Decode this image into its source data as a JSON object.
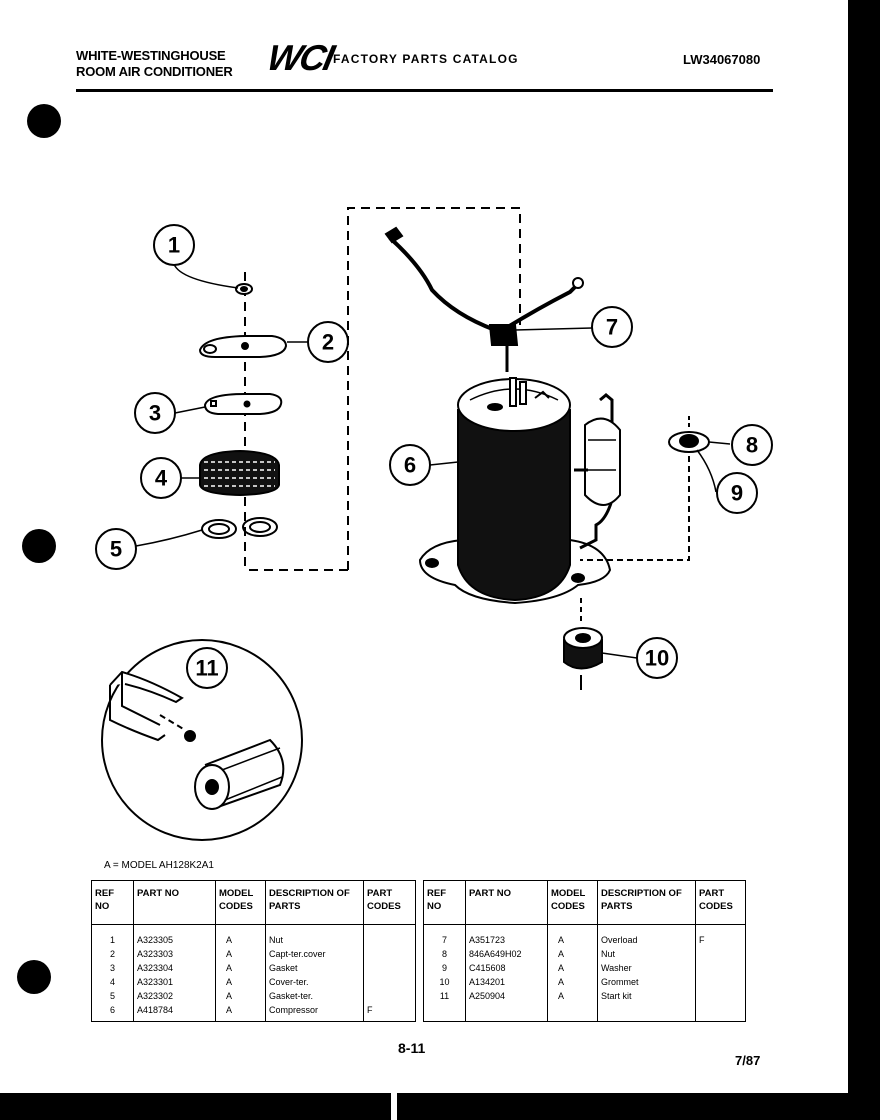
{
  "header": {
    "brand_line1": "WHITE-WESTINGHOUSE",
    "brand_line2": "ROOM AIR CONDITIONER",
    "logo_text": "WCI",
    "catalog_title": "FACTORY PARTS CATALOG",
    "model_code": "LW34067080"
  },
  "callouts": [
    "1",
    "2",
    "3",
    "4",
    "5",
    "6",
    "7",
    "8",
    "9",
    "10",
    "11"
  ],
  "model_note": "A = MODEL AH128K2A1",
  "table": {
    "headers": {
      "ref": "REF NO",
      "part": "PART NO",
      "model": "MODEL CODES",
      "desc": "DESCRIPTION OF PARTS",
      "codes": "PART CODES"
    },
    "left": {
      "ref": [
        "1",
        "2",
        "3",
        "4",
        "5",
        "6"
      ],
      "part": [
        "A323305",
        "A323303",
        "A323304",
        "A323301",
        "A323302",
        "A418784"
      ],
      "model": [
        "A",
        "A",
        "A",
        "A",
        "A",
        "A"
      ],
      "desc": [
        "Nut",
        "Capt-ter.cover",
        "Gasket",
        "Cover-ter.",
        "Gasket-ter.",
        "Compressor"
      ],
      "codes": [
        "",
        "",
        "",
        "",
        "",
        "F"
      ]
    },
    "right": {
      "ref": [
        "7",
        "8",
        "9",
        "10",
        "11"
      ],
      "part": [
        "A351723",
        "846A649H02",
        "C415608",
        "A134201",
        "A250904"
      ],
      "model": [
        "A",
        "A",
        "A",
        "A",
        "A"
      ],
      "desc": [
        "Overload",
        "Nut",
        "Washer",
        "Grommet",
        "Start kit"
      ],
      "codes": [
        "F",
        "",
        "",
        "",
        ""
      ]
    }
  },
  "footer": {
    "page_number": "8-11",
    "date": "7/87"
  }
}
